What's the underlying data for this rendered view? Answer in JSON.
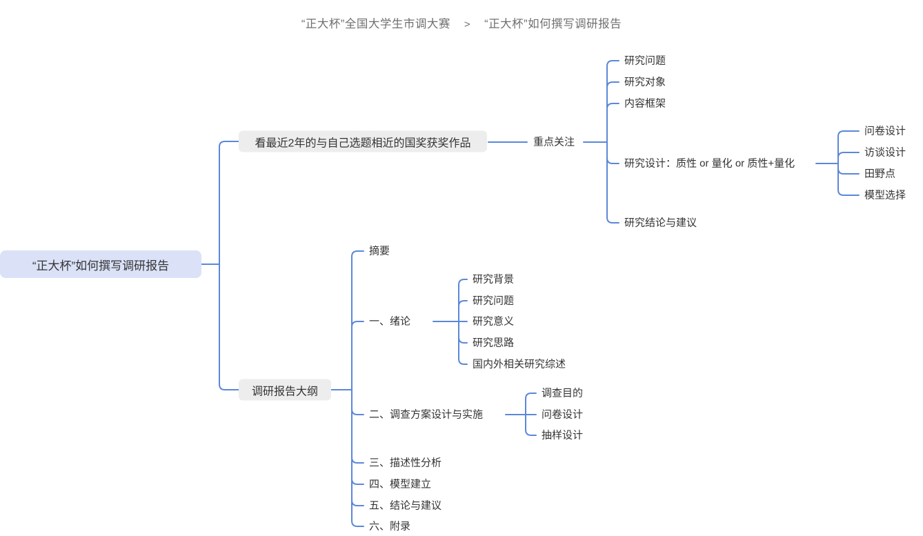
{
  "breadcrumb": {
    "items": [
      {
        "label": "“正大杯”全国大学生市调大赛"
      },
      {
        "label": "“正大杯”如何撰写调研报告"
      }
    ],
    "separator": ">"
  },
  "mindmap": {
    "root": {
      "label": "“正大杯”如何撰写调研报告"
    },
    "branches": [
      {
        "label": "看最近2年的与自己选题相近的国奖获奖作品",
        "children": [
          {
            "label": "重点关注",
            "children": [
              {
                "label": "研究问题"
              },
              {
                "label": "研究对象"
              },
              {
                "label": "内容框架"
              },
              {
                "label": "研究设计：质性 or 量化 or 质性+量化",
                "children": [
                  {
                    "label": "问卷设计"
                  },
                  {
                    "label": "访谈设计"
                  },
                  {
                    "label": "田野点"
                  },
                  {
                    "label": "模型选择"
                  }
                ]
              },
              {
                "label": "研究结论与建议"
              }
            ]
          }
        ]
      },
      {
        "label": "调研报告大纲",
        "children": [
          {
            "label": "摘要"
          },
          {
            "label": "一、绪论",
            "children": [
              {
                "label": "研究背景"
              },
              {
                "label": "研究问题"
              },
              {
                "label": "研究意义"
              },
              {
                "label": "研究思路"
              },
              {
                "label": "国内外相关研究综述"
              }
            ]
          },
          {
            "label": "二、调查方案设计与实施",
            "children": [
              {
                "label": "调查目的"
              },
              {
                "label": "问卷设计"
              },
              {
                "label": "抽样设计"
              }
            ]
          },
          {
            "label": "三、描述性分析"
          },
          {
            "label": "四、模型建立"
          },
          {
            "label": "五、结论与建议"
          },
          {
            "label": "六、附录"
          }
        ]
      }
    ]
  },
  "colors": {
    "connector": "#5b87d8",
    "root_bg": "#dbe2f8",
    "box_bg": "#ededee",
    "text": "#333333",
    "breadcrumb": "#6f6f6f"
  }
}
